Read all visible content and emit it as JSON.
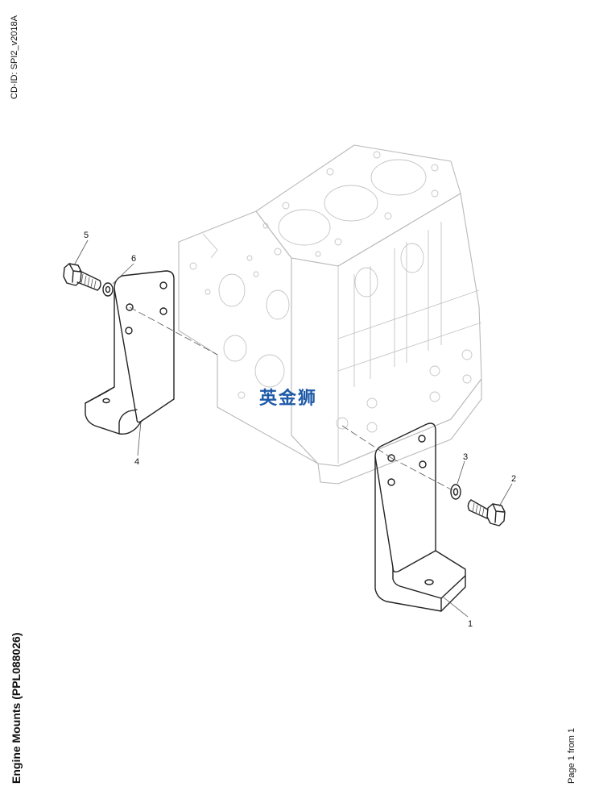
{
  "document_id": "CD-ID: SPI2_v2018A",
  "title": "Engine Mounts (PPL088026)",
  "page_label": "Page 1 from 1",
  "watermark": "英金狮",
  "callouts": {
    "c1": "1",
    "c2": "2",
    "c3": "3",
    "c4": "4",
    "c5": "5",
    "c6": "6"
  }
}
